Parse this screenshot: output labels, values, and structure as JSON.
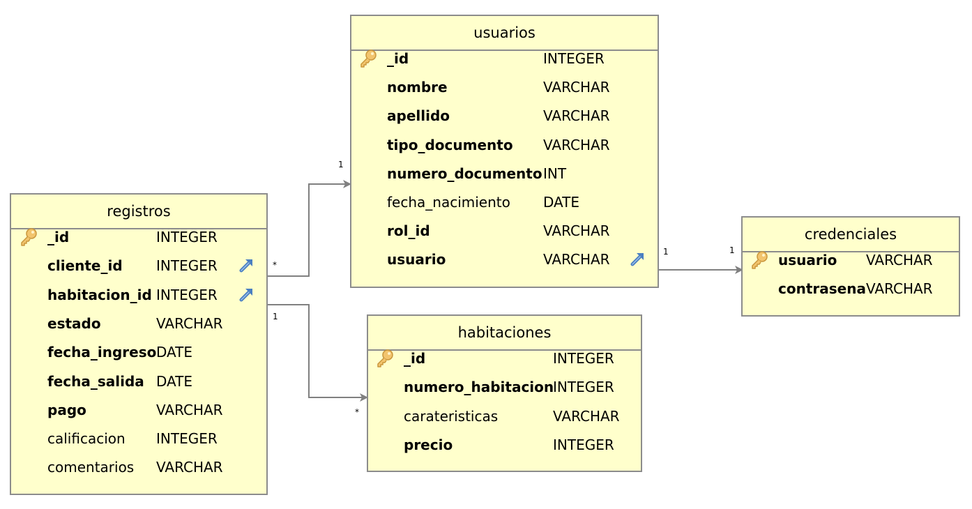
{
  "entities": {
    "usuarios": {
      "title": "usuarios",
      "fields": [
        {
          "name": "_id",
          "type": "INTEGER",
          "bold": true,
          "pk": true,
          "fk": false
        },
        {
          "name": "nombre",
          "type": "VARCHAR",
          "bold": true,
          "pk": false,
          "fk": false
        },
        {
          "name": "apellido",
          "type": "VARCHAR",
          "bold": true,
          "pk": false,
          "fk": false
        },
        {
          "name": "tipo_documento",
          "type": "VARCHAR",
          "bold": true,
          "pk": false,
          "fk": false
        },
        {
          "name": "numero_documento",
          "type": "INT",
          "bold": true,
          "pk": false,
          "fk": false
        },
        {
          "name": "fecha_nacimiento",
          "type": "DATE",
          "bold": false,
          "pk": false,
          "fk": false
        },
        {
          "name": "rol_id",
          "type": "VARCHAR",
          "bold": true,
          "pk": false,
          "fk": false
        },
        {
          "name": "usuario",
          "type": "VARCHAR",
          "bold": true,
          "pk": false,
          "fk": true
        }
      ]
    },
    "registros": {
      "title": "registros",
      "fields": [
        {
          "name": "_id",
          "type": "INTEGER",
          "bold": true,
          "pk": true,
          "fk": false
        },
        {
          "name": "cliente_id",
          "type": "INTEGER",
          "bold": true,
          "pk": false,
          "fk": true
        },
        {
          "name": "habitacion_id",
          "type": "INTEGER",
          "bold": true,
          "pk": false,
          "fk": true
        },
        {
          "name": "estado",
          "type": "VARCHAR",
          "bold": true,
          "pk": false,
          "fk": false
        },
        {
          "name": "fecha_ingreso",
          "type": "DATE",
          "bold": true,
          "pk": false,
          "fk": false
        },
        {
          "name": "fecha_salida",
          "type": "DATE",
          "bold": true,
          "pk": false,
          "fk": false
        },
        {
          "name": "pago",
          "type": "VARCHAR",
          "bold": true,
          "pk": false,
          "fk": false
        },
        {
          "name": "calificacion",
          "type": "INTEGER",
          "bold": false,
          "pk": false,
          "fk": false
        },
        {
          "name": "comentarios",
          "type": "VARCHAR",
          "bold": false,
          "pk": false,
          "fk": false
        }
      ]
    },
    "credenciales": {
      "title": "credenciales",
      "fields": [
        {
          "name": "usuario",
          "type": "VARCHAR",
          "bold": true,
          "pk": true,
          "fk": false
        },
        {
          "name": "contrasena",
          "type": "VARCHAR",
          "bold": true,
          "pk": false,
          "fk": false
        }
      ]
    },
    "habitaciones": {
      "title": "habitaciones",
      "fields": [
        {
          "name": "_id",
          "type": "INTEGER",
          "bold": true,
          "pk": true,
          "fk": false
        },
        {
          "name": "numero_habitacion",
          "type": "INTEGER",
          "bold": true,
          "pk": false,
          "fk": false
        },
        {
          "name": "carateristicas",
          "type": "VARCHAR",
          "bold": false,
          "pk": false,
          "fk": false
        },
        {
          "name": "precio",
          "type": "INTEGER",
          "bold": true,
          "pk": false,
          "fk": false
        }
      ]
    }
  },
  "relations": {
    "registros_usuarios": {
      "from": "registros.cliente_id",
      "to": "usuarios",
      "from_mult": "*",
      "to_mult": "1"
    },
    "usuarios_credenciales": {
      "from": "usuarios.usuario",
      "to": "credenciales.usuario",
      "from_mult": "1",
      "to_mult": "1"
    },
    "registros_habitaciones": {
      "from": "registros.habitacion_id",
      "to": "habitaciones",
      "from_mult": "1",
      "to_mult": "*"
    }
  },
  "colors": {
    "entity_fill": "#ffffcc",
    "entity_border": "#8c8c8c",
    "connector": "#808080",
    "key_icon": "#e6b85c",
    "fk_icon": "#4a7fc1"
  },
  "icons": {
    "primary_key": "key-icon",
    "foreign_key": "foreign-key-arrow-icon"
  }
}
